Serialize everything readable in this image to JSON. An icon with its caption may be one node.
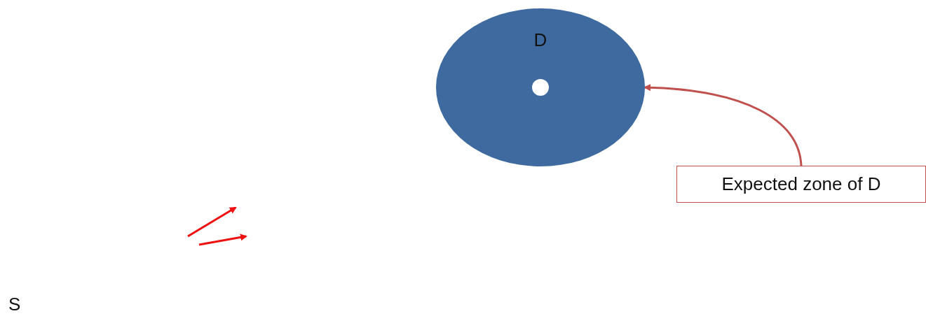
{
  "diagram": {
    "nodes": [
      {
        "text": [
          "D"
        ]
      },
      {
        "text": [
          "Expected zone of D"
        ]
      }
    ],
    "edges": [
      {
        "from": 1,
        "to": 0,
        "arrow": "to"
      }
    ],
    "labels": [
      "S"
    ]
  }
}
